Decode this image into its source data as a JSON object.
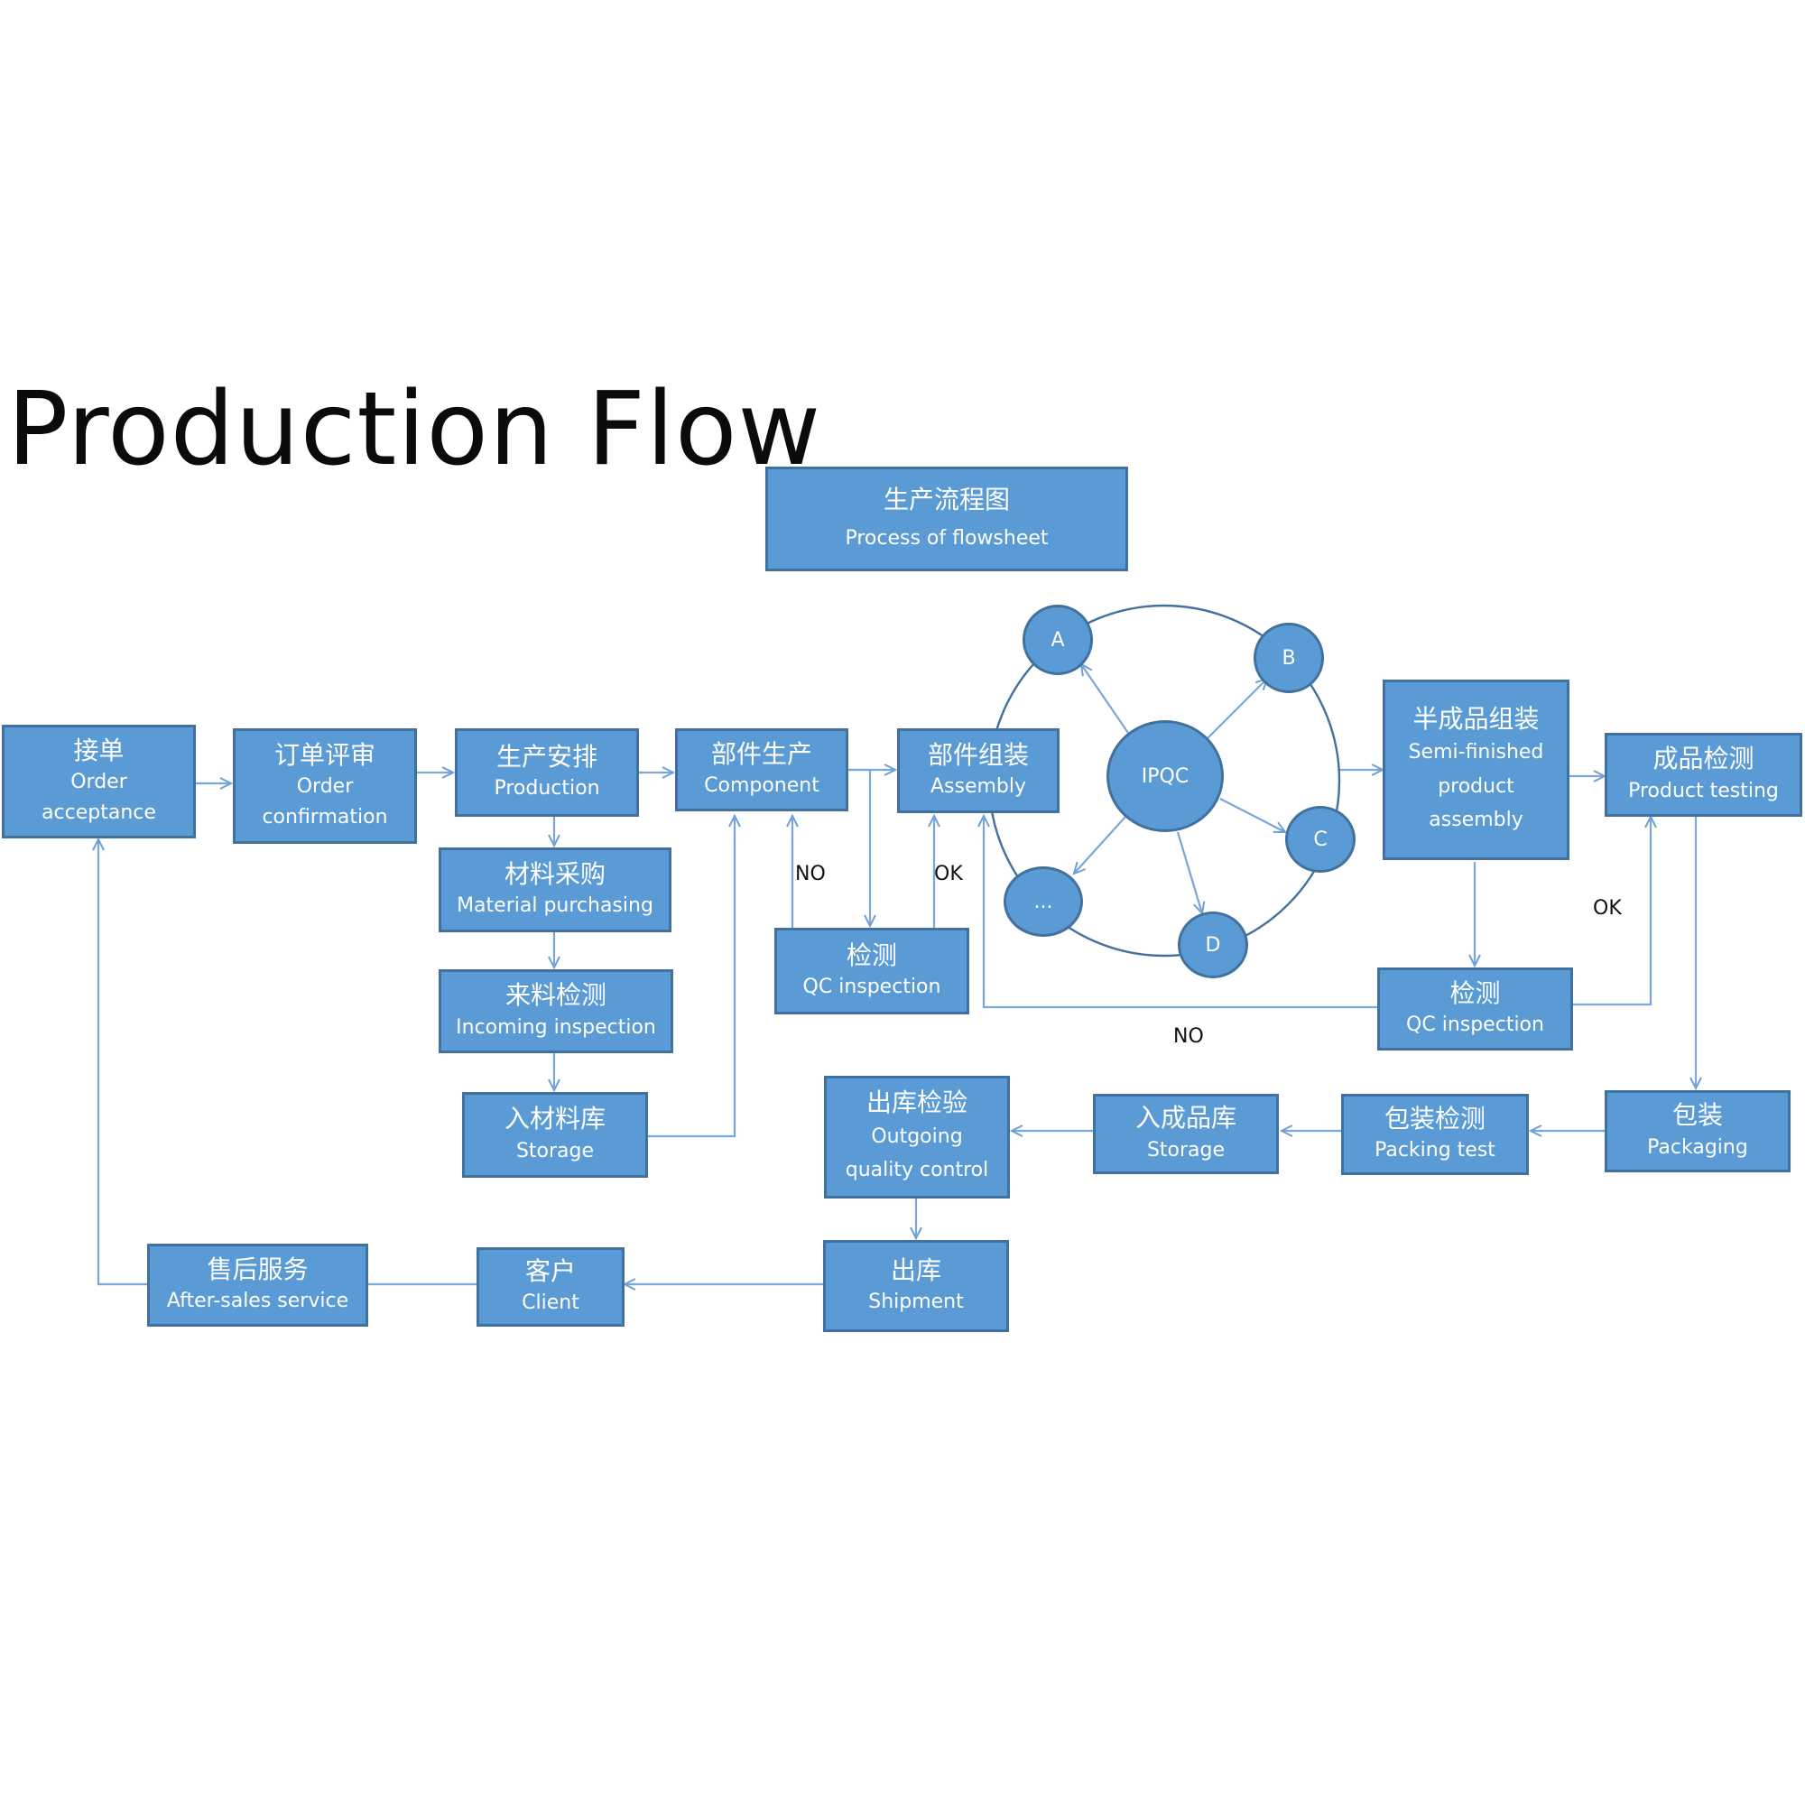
{
  "title": "Production Flow",
  "header_box": {
    "zh": "生产流程图",
    "en": "Process of flowsheet"
  },
  "boxes": {
    "order_acceptance": {
      "zh": "接单",
      "en1": "Order",
      "en2": "acceptance"
    },
    "order_confirmation": {
      "zh": "订单评审",
      "en1": "Order",
      "en2": "confirmation"
    },
    "production": {
      "zh": "生产安排",
      "en": "Production"
    },
    "component": {
      "zh": "部件生产",
      "en": "Component"
    },
    "assembly": {
      "zh": "部件组装",
      "en": "Assembly"
    },
    "semi_finished": {
      "zh": "半成品组装",
      "en1": "Semi-finished",
      "en2": "product",
      "en3": "assembly"
    },
    "product_testing": {
      "zh": "成品检测",
      "en": "Product testing"
    },
    "material_purchasing": {
      "zh": "材料采购",
      "en": "Material purchasing"
    },
    "incoming_inspection": {
      "zh": "来料检测",
      "en": "Incoming inspection"
    },
    "material_storage": {
      "zh": "入材料库",
      "en": "Storage"
    },
    "qc_inspection_1": {
      "zh": "检测",
      "en": "QC inspection"
    },
    "qc_inspection_2": {
      "zh": "检测",
      "en": "QC inspection"
    },
    "outgoing_qc": {
      "zh": "出库检验",
      "en1": "Outgoing",
      "en2": "quality control"
    },
    "product_storage": {
      "zh": "入成品库",
      "en": "Storage"
    },
    "packing_test": {
      "zh": "包装检测",
      "en": "Packing test"
    },
    "packaging": {
      "zh": "包装",
      "en": "Packaging"
    },
    "shipment": {
      "zh": "出库",
      "en": "Shipment"
    },
    "client": {
      "zh": "客户",
      "en": "Client"
    },
    "after_sales": {
      "zh": "售后服务",
      "en": "After-sales service"
    }
  },
  "ipqc": {
    "center": "IPQC",
    "nodes": [
      "A",
      "B",
      "C",
      "D",
      "..."
    ]
  },
  "labels": {
    "no_1": "NO",
    "ok_1": "OK",
    "ok_2": "OK",
    "no_2": "NO"
  },
  "colors": {
    "box_fill": "#5b9bd5",
    "box_border": "#41719c",
    "line": "#7aa7d8"
  }
}
